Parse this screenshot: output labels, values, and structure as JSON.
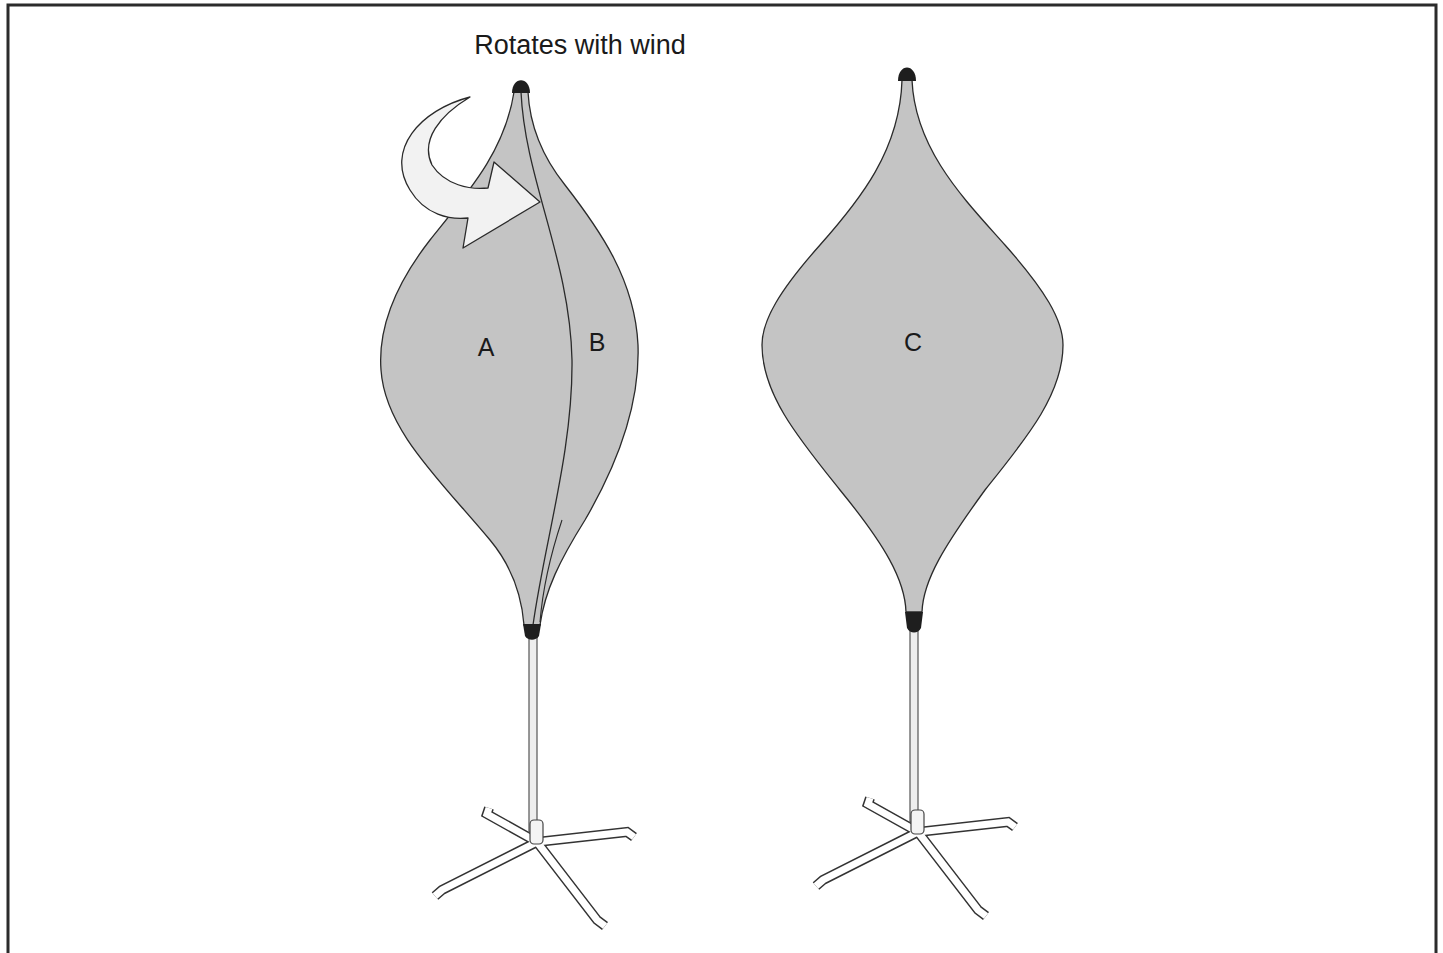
{
  "diagram": {
    "labels": [
      "Rotates with wind",
      "A",
      "B",
      "C"
    ]
  }
}
